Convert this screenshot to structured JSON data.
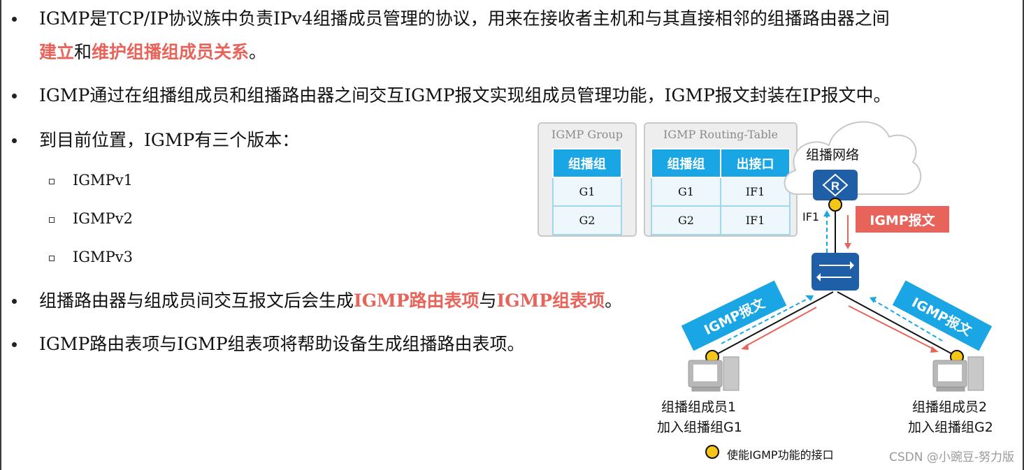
{
  "bullets": [
    {
      "line1": "IGMP是TCP/IP协议族中负责IPv4组播成员管理的协议，用来在接收者主机和与其直接相邻的组播路由器之间",
      "hl1": "建立",
      "mid": "和",
      "hl2": "维护组播组成员关系",
      "end": "。"
    },
    {
      "text": "IGMP通过在组播组成员和组播路由器之间交互IGMP报文实现组成员管理功能，IGMP报文封装在IP报文中。"
    },
    {
      "text": "到目前位置，IGMP有三个版本："
    },
    {
      "pre": "组播路由器与组成员间交互报文后会生成",
      "hl1": "IGMP路由表项",
      "mid": "与",
      "hl2": "IGMP组表项",
      "end": "。"
    },
    {
      "text": "IGMP路由表项与IGMP组表项将帮助设备生成组播路由表项。"
    }
  ],
  "versions": [
    "IGMPv1",
    "IGMPv2",
    "IGMPv3"
  ],
  "group_table": {
    "caption": "IGMP Group",
    "header": "组播组",
    "rows": [
      "G1",
      "G2"
    ]
  },
  "routing_table": {
    "caption": "IGMP Routing-Table",
    "headers": [
      "组播组",
      "出接口"
    ],
    "rows": [
      [
        "G1",
        "IF1"
      ],
      [
        "G2",
        "IF1"
      ]
    ]
  },
  "diagram": {
    "cloud_label": "组播网络",
    "router_symbol": "R",
    "if_label": "IF1",
    "igmp_tag": "IGMP报文",
    "member1": {
      "line1": "组播组成员1",
      "line2": "加入组播组G1"
    },
    "member2": {
      "line1": "组播组成员2",
      "line2": "加入组播组G2"
    },
    "legend": "使能IGMP功能的接口"
  },
  "colors": {
    "accent_red": "#e8645a",
    "accent_blue": "#1aa6e4",
    "device_blue": "#1f5fa8",
    "interface_yellow": "#f5c518"
  },
  "watermark": "CSDN @小豌豆-努力版"
}
